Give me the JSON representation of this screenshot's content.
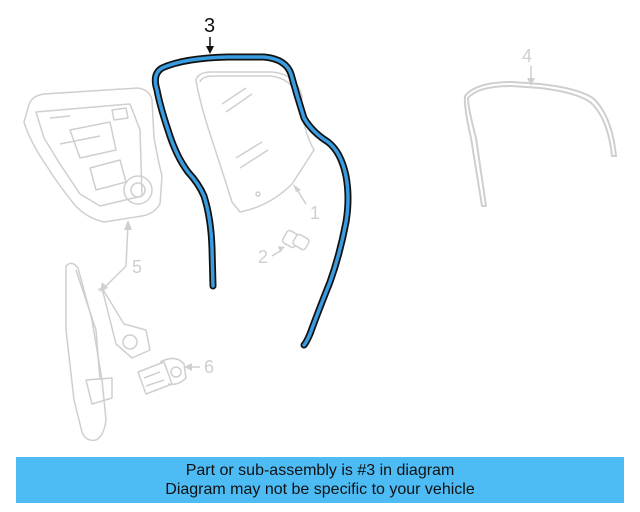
{
  "callouts": {
    "c1": "1",
    "c2": "2",
    "c3": "3",
    "c4": "4",
    "c5": "5",
    "c6": "6"
  },
  "highlight_part": "3",
  "colors": {
    "highlight_fill": "#3a9ce0",
    "faded_stroke": "#cfcfcf",
    "banner_bg": "#4dbcf5"
  },
  "banner": {
    "line1": "Part or sub-assembly is #3 in diagram",
    "line2": "Diagram may not be specific to your vehicle"
  }
}
